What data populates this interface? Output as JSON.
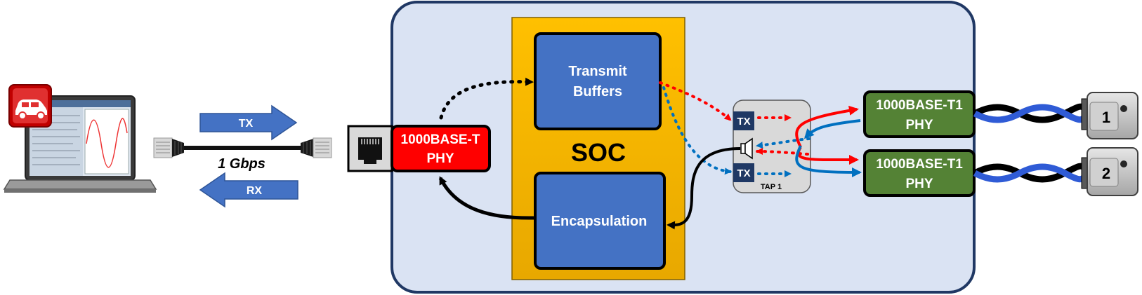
{
  "laptop": {
    "icon": "car-app-icon"
  },
  "link": {
    "tx_label": "TX",
    "rx_label": "RX",
    "speed": "1 Gbps"
  },
  "device": {
    "phy_1000base_t": {
      "line1": "1000BASE-T",
      "line2": "PHY"
    },
    "soc": {
      "label": "SOC",
      "transmit_buffers": {
        "line1": "Transmit",
        "line2": "Buffers"
      },
      "encapsulation": "Encapsulation"
    },
    "tap": {
      "label": "TAP 1",
      "tx_top": "TX",
      "tx_bottom": "TX"
    },
    "phy_t1_1": {
      "line1": "1000BASE-T1",
      "line2": "PHY"
    },
    "phy_t1_2": {
      "line1": "1000BASE-T1",
      "line2": "PHY"
    }
  },
  "connectors": {
    "port_1": "1",
    "port_2": "2"
  },
  "colors": {
    "device_bg": "#dae3f3",
    "device_border": "#203864",
    "soc_bg": "#ffc000",
    "block_blue": "#4472c4",
    "phy_red": "#ff0000",
    "phy_green": "#548235",
    "arrow_red": "#ff0000",
    "arrow_blue": "#0070c0"
  }
}
